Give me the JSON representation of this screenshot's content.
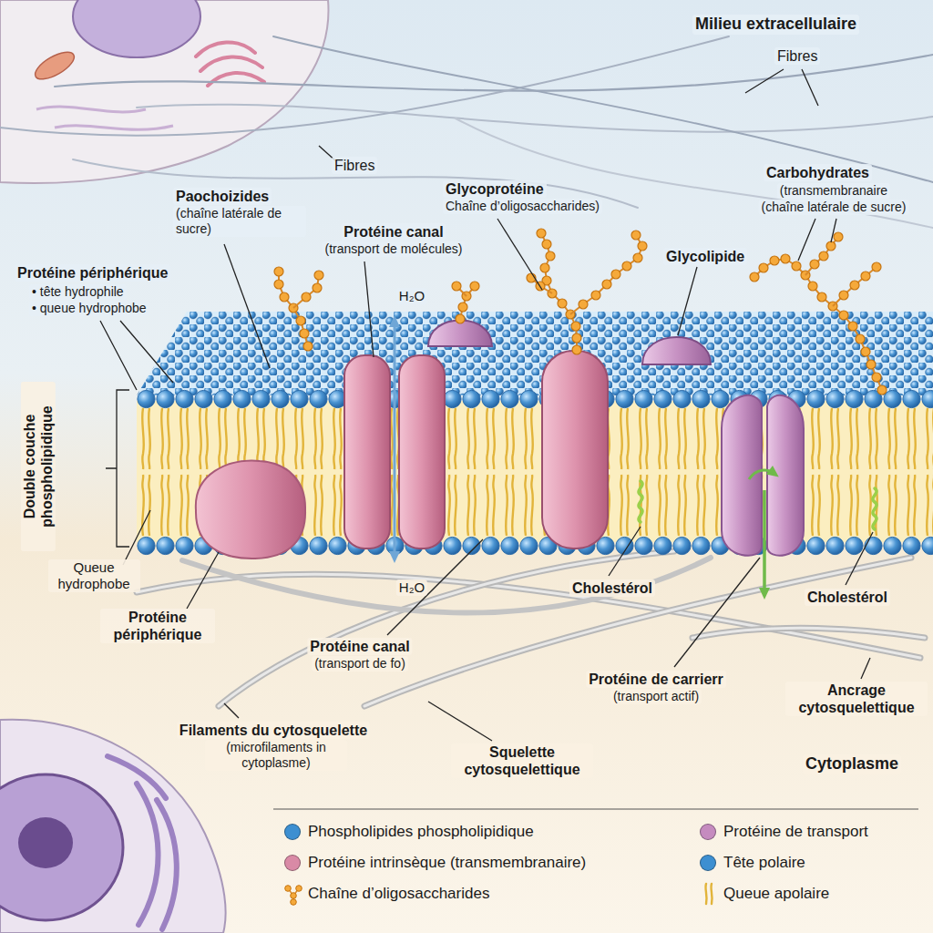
{
  "diagram": {
    "labels": [
      "Milieu extracellulaire",
      "Fibres",
      "Fibres",
      "Paochoizides",
      "(chaîne latérale de sucre)",
      "Glycoprotéine",
      "Chaîne d’oligosaccharides)",
      "Carbohydrates",
      "(transmembranaire",
      "(chaîne latérale de sucre)",
      "Protéine canal",
      "(transport de molécules)",
      "Glycolipide",
      "Protéine périphérique",
      "• tête hydrophile",
      "• queue hydrophobe",
      "H₂O",
      "Double couche phospholipidique",
      "Queue hydrophobe",
      "Protéine périphérique",
      "H₂O",
      "Protéine canal",
      "(transport de fo)",
      "Cholestérol",
      "Cholestérol",
      "Protéine de carrierr",
      "(transport actif)",
      "Ancrage cytosquelettique",
      "Filaments du cytosquelette",
      "(microfilaments in cytoplasme)",
      "Squelette cytosquelettique",
      "Cytoplasme"
    ],
    "legend": [
      {
        "text": "Phospholipides phospholipidique",
        "color": "#3d8fd1"
      },
      {
        "text": "Protéine de transport",
        "color": "#c58bbf"
      },
      {
        "text": "Protéine intrinsèque (transmembranaire)",
        "color": "#d98aa6"
      },
      {
        "text": "Tête polaire",
        "color": "#3d8fd1"
      },
      {
        "text": "Chaîne d’oligosaccharides"
      },
      {
        "text": "Queue apolaire"
      }
    ]
  }
}
